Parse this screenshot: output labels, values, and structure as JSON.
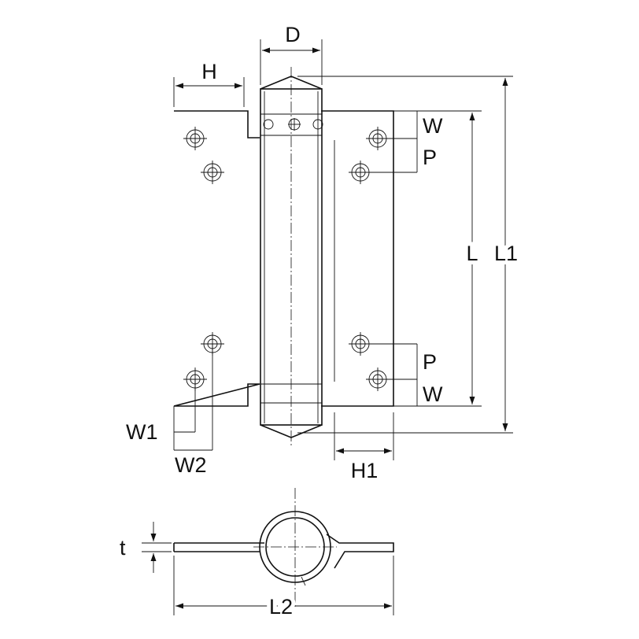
{
  "labels": {
    "D": "D",
    "H": "H",
    "W_top": "W",
    "P_top": "P",
    "L": "L",
    "L1": "L1",
    "P_bottom": "P",
    "W_bottom": "W",
    "W1": "W1",
    "W2": "W2",
    "H1": "H1",
    "t": "t",
    "L2": "L2"
  }
}
